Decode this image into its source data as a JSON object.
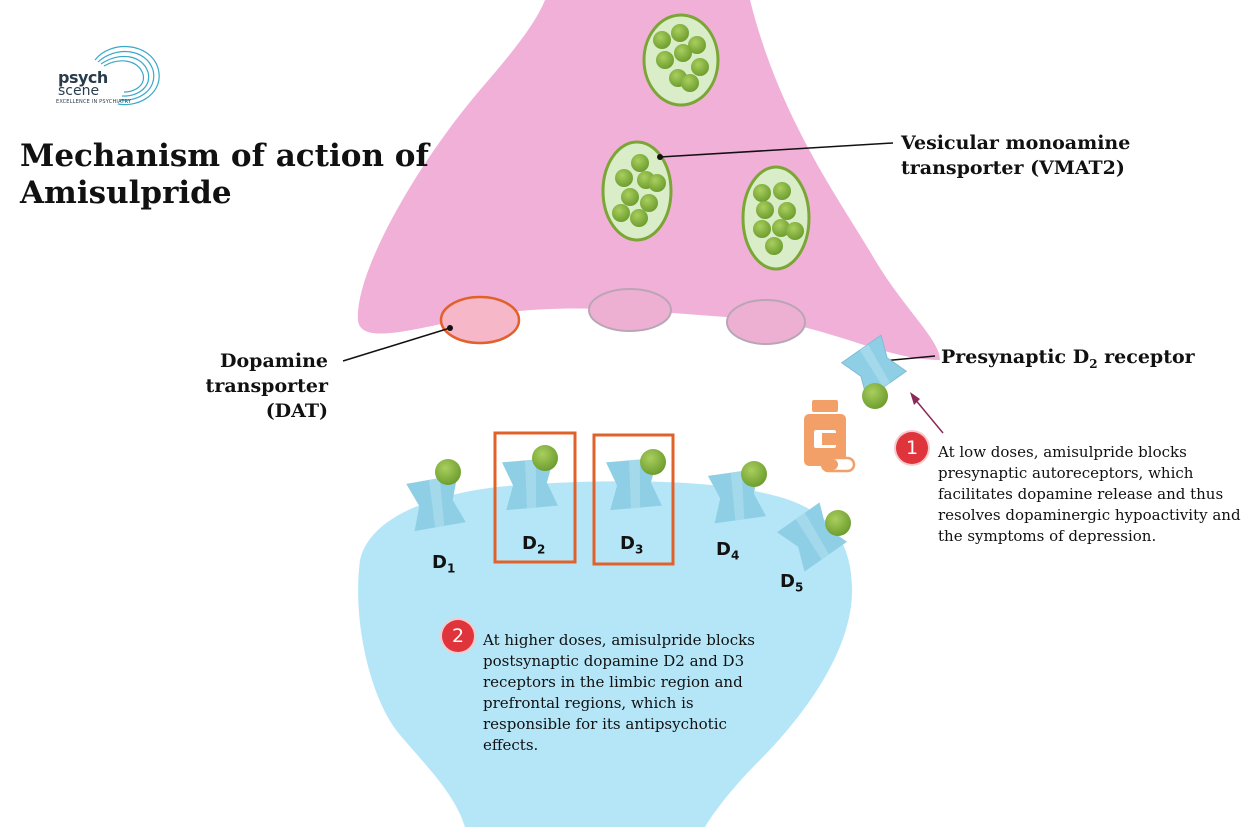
{
  "logo": {
    "word1": "psych",
    "word2": "scene",
    "tagline": "EXCELLENCE IN PSYCHIATRY"
  },
  "title": {
    "line1": "Mechanism of action of",
    "line2": "Amisulpride"
  },
  "labels": {
    "vmat_line1": "Vesicular monoamine",
    "vmat_line2": "transporter (VMAT2)",
    "dat_line1": "Dopamine transporter",
    "dat_line2": "(DAT)",
    "presynaptic_prefix": "Presynaptic D",
    "presynaptic_sub": "2",
    "presynaptic_suffix": " receptor"
  },
  "receptors": [
    {
      "letter": "D",
      "sub": "1"
    },
    {
      "letter": "D",
      "sub": "2"
    },
    {
      "letter": "D",
      "sub": "3"
    },
    {
      "letter": "D",
      "sub": "4"
    },
    {
      "letter": "D",
      "sub": "5"
    }
  ],
  "notes": [
    {
      "badge": "1",
      "lines": [
        "At low doses, amisulpride blocks",
        "presynaptic autoreceptors, which",
        "facilitates dopamine release and thus",
        "resolves dopaminergic hypoactivity and",
        "the symptoms of depression."
      ]
    },
    {
      "badge": "2",
      "lines": [
        "At higher doses, amisulpride blocks",
        "postsynaptic dopamine D2 and D3",
        "receptors in the limbic region and",
        "prefrontal regions, which is",
        "responsible for its antipsychotic",
        "effects."
      ]
    }
  ],
  "colors": {
    "presynaptic": "#f1b0d8",
    "postsynaptic": "#b5e6f8",
    "vesicle_fill": "#d9edc8",
    "dopamine": "#7ba535",
    "receptor": "#8fcfe6",
    "highlight_box": "#e0612a",
    "pill_bottle": "#f3a068",
    "badge": "#e0343c"
  }
}
